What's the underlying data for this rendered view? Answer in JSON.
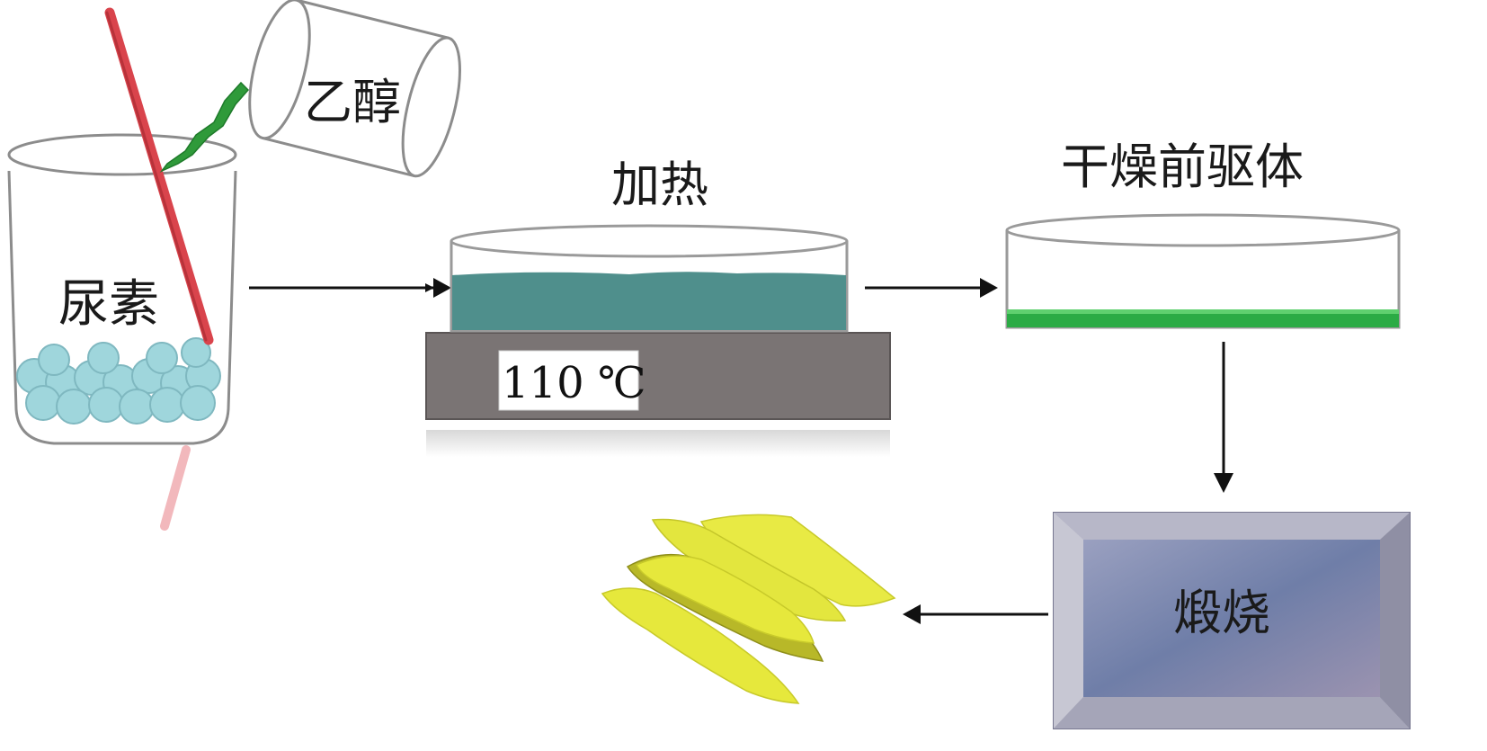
{
  "labels": {
    "urea": "尿素",
    "ethanol": "乙醇",
    "heating": "加热",
    "temperature": "110 ℃",
    "dry_precursor": "干燥前驱体",
    "calcination": "煅烧"
  },
  "colors": {
    "stir_rod": "#d9444c",
    "ethanol_stream": "#2f9a3a",
    "urea_bead": "#9fd6dc",
    "heated_liquid": "#4f8f8c",
    "hot_plate": "#7a7474",
    "precursor_film": "#2bab45",
    "furnace": "#7e8aaa",
    "product_sheet": "#e6e83c",
    "arrow": "#111111"
  }
}
